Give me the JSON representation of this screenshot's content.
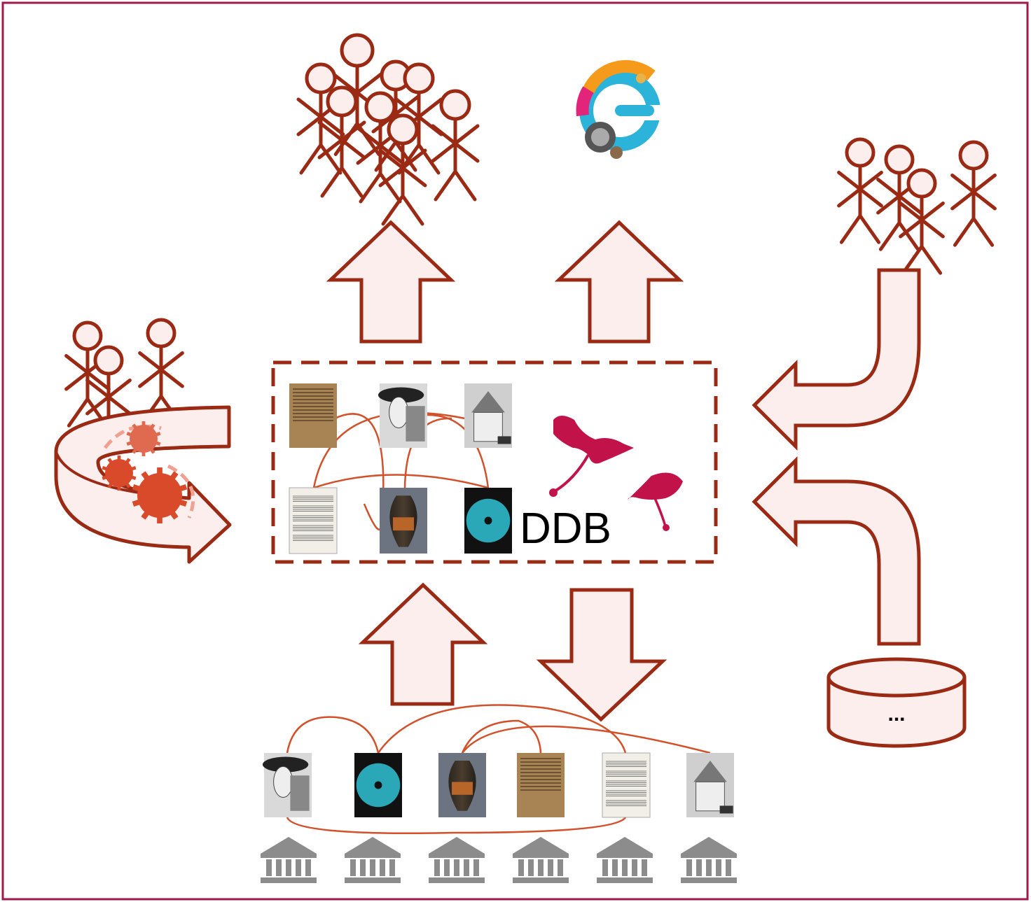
{
  "diagram": {
    "center_label": "DDB",
    "database_label": "...",
    "colors": {
      "stroke": "#9b2a14",
      "fill": "#fdeeee",
      "frame": "#9e1b4a",
      "link": "#d2502a",
      "logo": "#c2124a",
      "institution": "#8c8c8c"
    },
    "nodes": [
      {
        "name": "users-crowd",
        "icon": "stick-figures-icon"
      },
      {
        "name": "europeana-portal",
        "icon": "europeana-logo-icon"
      },
      {
        "name": "contributors-right",
        "icon": "stick-figures-icon"
      },
      {
        "name": "developers-left",
        "icon": "stick-figures-icon"
      },
      {
        "name": "processing-cycle",
        "icon": "gears-cycle-icon"
      },
      {
        "name": "ddb-platform",
        "icon": "ddb-logo-icon"
      },
      {
        "name": "external-database",
        "icon": "database-cylinder-icon"
      },
      {
        "name": "institutions",
        "icon": "museum-building-icon"
      }
    ]
  }
}
